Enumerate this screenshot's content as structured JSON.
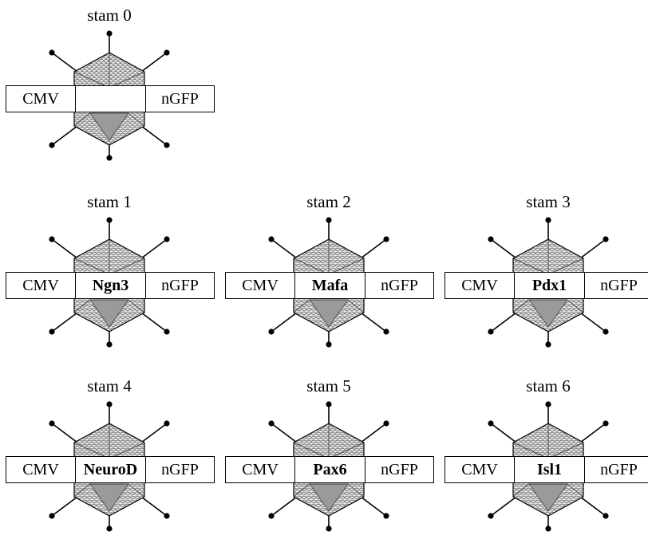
{
  "stains": [
    {
      "title": "stam 0",
      "promoter": "CMV",
      "gene": "",
      "reporter": "nGFP"
    },
    {
      "title": "stam 1",
      "promoter": "CMV",
      "gene": "Ngn3",
      "reporter": "nGFP"
    },
    {
      "title": "stam 2",
      "promoter": "CMV",
      "gene": "Mafa",
      "reporter": "nGFP"
    },
    {
      "title": "stam 3",
      "promoter": "CMV",
      "gene": "Pdx1",
      "reporter": "nGFP"
    },
    {
      "title": "stam 4",
      "promoter": "CMV",
      "gene": "NeuroD",
      "reporter": "nGFP"
    },
    {
      "title": "stam 5",
      "promoter": "CMV",
      "gene": "Pax6",
      "reporter": "nGFP"
    },
    {
      "title": "stam 6",
      "promoter": "CMV",
      "gene": "Isl1",
      "reporter": "nGFP"
    }
  ],
  "colors": {
    "outline": "#000000",
    "capsid_light": "#e6e6e6",
    "capsid_dark": "#9a9a9a"
  },
  "icons": {
    "capsid": "adenovirus-capsid-icon",
    "fiber": "fiber-knob-icon"
  }
}
